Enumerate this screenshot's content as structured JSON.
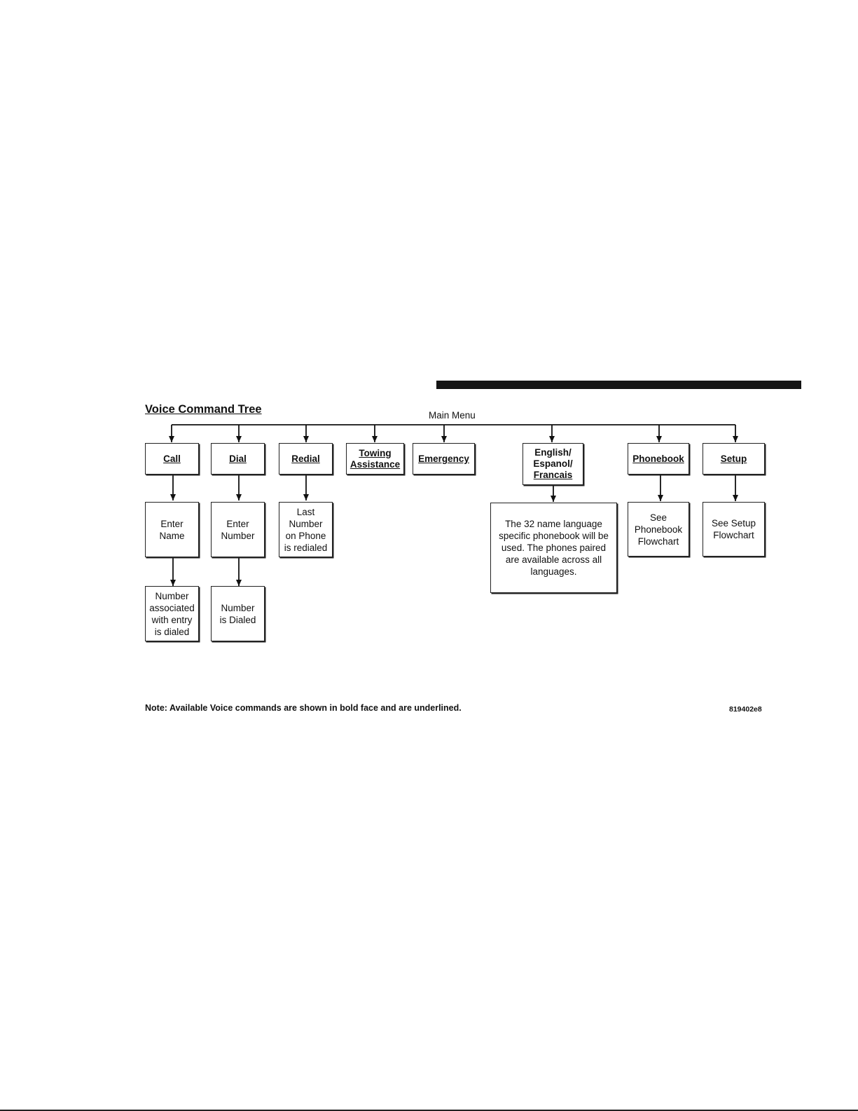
{
  "title": "Voice Command Tree",
  "main_menu_label": "Main Menu",
  "commands": {
    "call": "Call",
    "dial": "Dial",
    "redial": "Redial",
    "towing": "Towing\nAssistance",
    "emergency": "Emergency",
    "language": {
      "line1": "English/",
      "line2": "Espanol/",
      "line3": "Francais"
    },
    "phonebook": "Phonebook",
    "setup": "Setup"
  },
  "results": {
    "enter_name": "Enter\nName",
    "enter_number": "Enter\nNumber",
    "last_number": "Last\nNumber\non Phone\nis redialed",
    "language_note": "The 32 name language\nspecific phonebook will be\nused. The phones paired\nare available across all\nlanguages.",
    "see_phonebook": "See\nPhonebook\nFlowchart",
    "see_setup": "See Setup\nFlowchart",
    "number_associated": "Number\nassociated\nwith entry\nis dialed",
    "number_dialed": "Number\nis Dialed"
  },
  "note": "Note: Available Voice commands are shown in bold face and are underlined.",
  "figure_code": "819402e8"
}
